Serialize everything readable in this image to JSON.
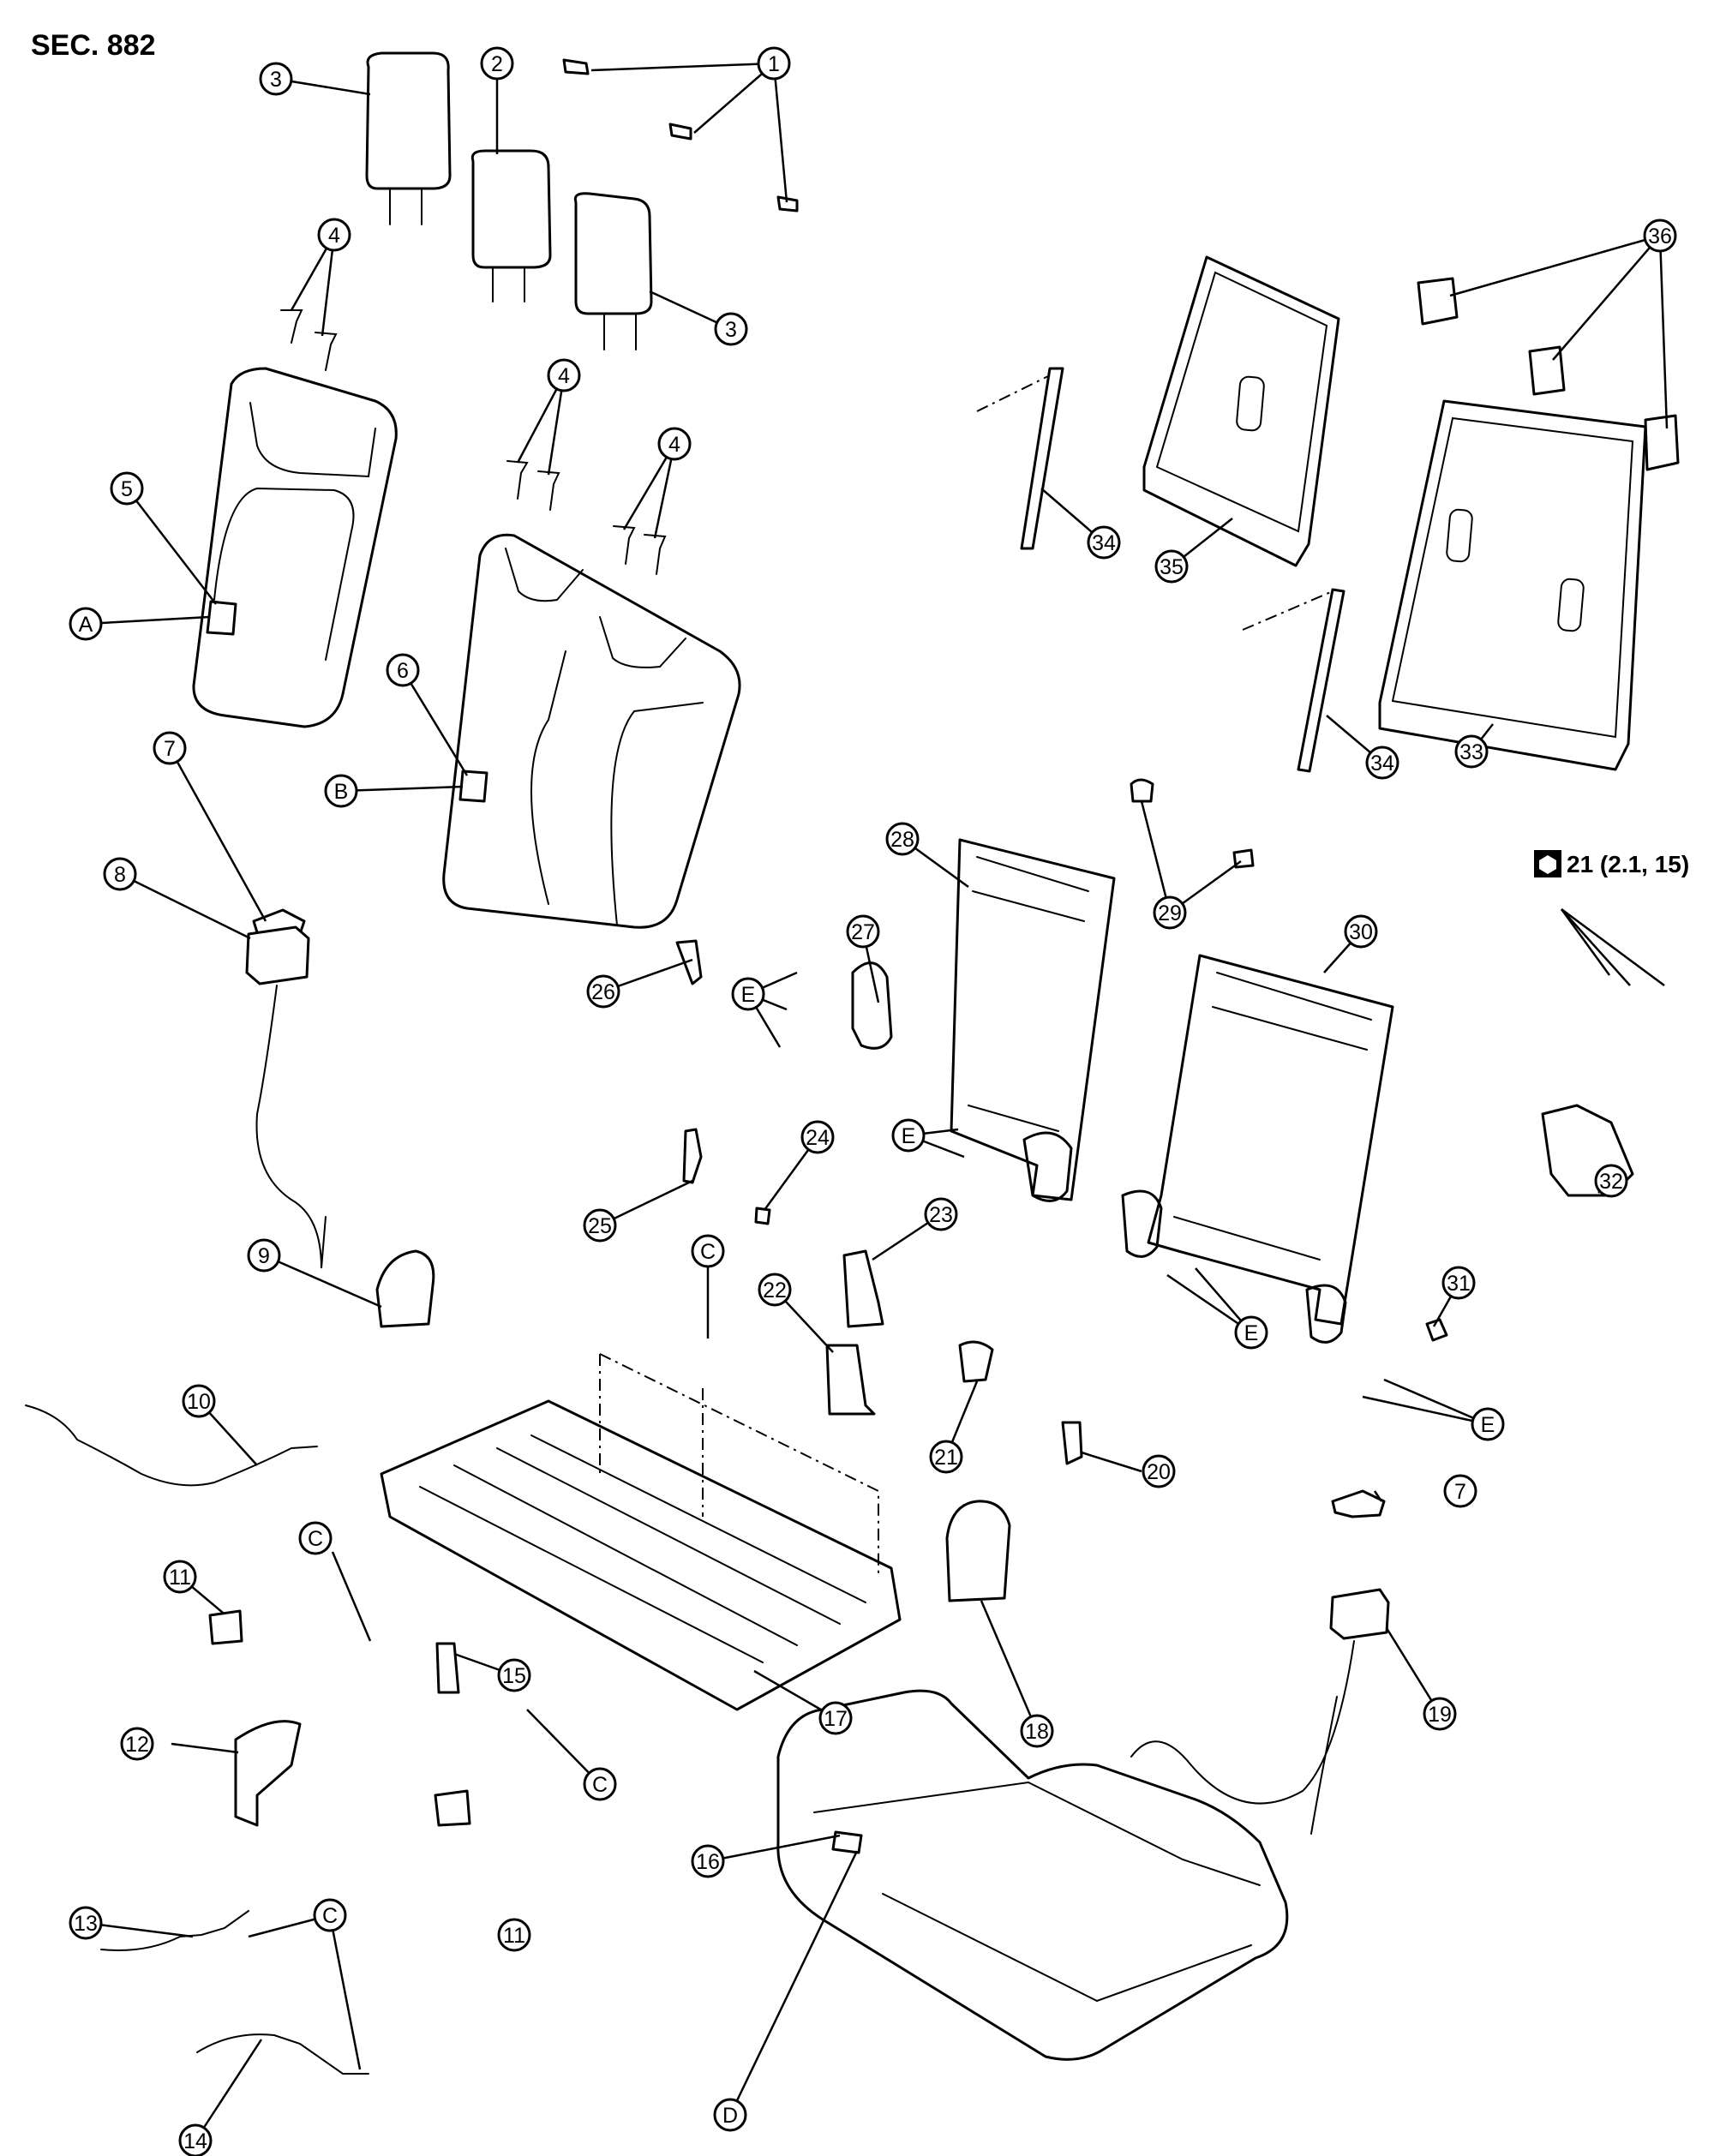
{
  "title": "SEC. 882",
  "torque_spec": "21 (2.1, 15)",
  "icons": {
    "torque": "wrench-torque-icon"
  },
  "callouts": [
    {
      "id": "c1a",
      "label": "1"
    },
    {
      "id": "c2",
      "label": "2"
    },
    {
      "id": "c3a",
      "label": "3"
    },
    {
      "id": "c3b",
      "label": "3"
    },
    {
      "id": "c4a",
      "label": "4"
    },
    {
      "id": "c4b",
      "label": "4"
    },
    {
      "id": "c4c",
      "label": "4"
    },
    {
      "id": "c5",
      "label": "5"
    },
    {
      "id": "cA",
      "label": "A"
    },
    {
      "id": "c6",
      "label": "6"
    },
    {
      "id": "cB",
      "label": "B"
    },
    {
      "id": "c7a",
      "label": "7"
    },
    {
      "id": "c8",
      "label": "8"
    },
    {
      "id": "c9",
      "label": "9"
    },
    {
      "id": "c10",
      "label": "10"
    },
    {
      "id": "c11a",
      "label": "11"
    },
    {
      "id": "c11b",
      "label": "11"
    },
    {
      "id": "c12",
      "label": "12"
    },
    {
      "id": "c13",
      "label": "13"
    },
    {
      "id": "c14",
      "label": "14"
    },
    {
      "id": "c15",
      "label": "15"
    },
    {
      "id": "c16",
      "label": "16"
    },
    {
      "id": "c17",
      "label": "17"
    },
    {
      "id": "c18",
      "label": "18"
    },
    {
      "id": "c19",
      "label": "19"
    },
    {
      "id": "c20",
      "label": "20"
    },
    {
      "id": "c21",
      "label": "21"
    },
    {
      "id": "c22",
      "label": "22"
    },
    {
      "id": "c23",
      "label": "23"
    },
    {
      "id": "c24",
      "label": "24"
    },
    {
      "id": "c25",
      "label": "25"
    },
    {
      "id": "c26",
      "label": "26"
    },
    {
      "id": "c27",
      "label": "27"
    },
    {
      "id": "c28",
      "label": "28"
    },
    {
      "id": "c29",
      "label": "29"
    },
    {
      "id": "c30",
      "label": "30"
    },
    {
      "id": "c31",
      "label": "31"
    },
    {
      "id": "c32",
      "label": "32"
    },
    {
      "id": "c33",
      "label": "33"
    },
    {
      "id": "c34a",
      "label": "34"
    },
    {
      "id": "c34b",
      "label": "34"
    },
    {
      "id": "c35",
      "label": "35"
    },
    {
      "id": "c36",
      "label": "36"
    },
    {
      "id": "c7b",
      "label": "7"
    },
    {
      "id": "cCa",
      "label": "C"
    },
    {
      "id": "cCb",
      "label": "C"
    },
    {
      "id": "cCc",
      "label": "C"
    },
    {
      "id": "cCd",
      "label": "C"
    },
    {
      "id": "cD",
      "label": "D"
    },
    {
      "id": "cEa",
      "label": "E"
    },
    {
      "id": "cEb",
      "label": "E"
    },
    {
      "id": "cEc",
      "label": "E"
    },
    {
      "id": "cEd",
      "label": "E"
    }
  ]
}
